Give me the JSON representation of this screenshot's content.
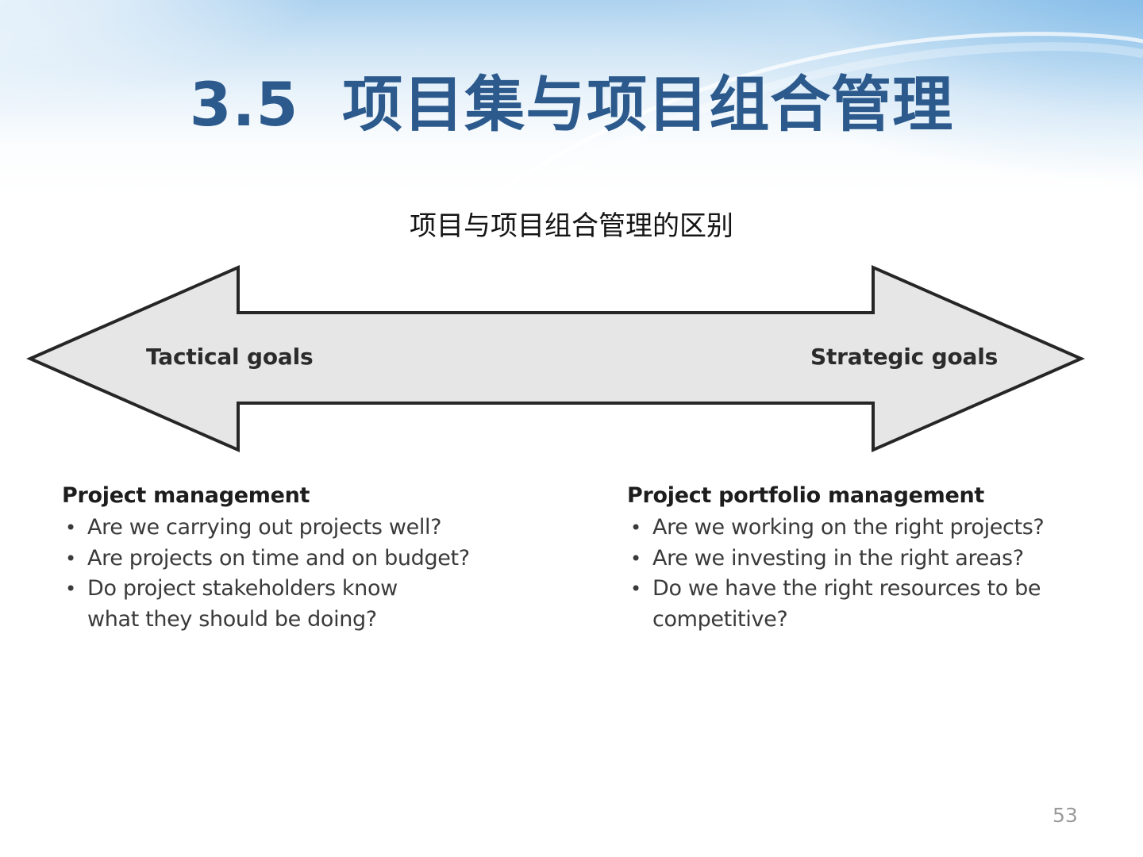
{
  "slide": {
    "title": "3.5  项目集与项目组合管理",
    "subtitle": "项目与项目组合管理的区别",
    "page_number": "53",
    "title_color": "#2C5A8D",
    "subtitle_color": "#141414",
    "page_number_color": "#9A9A9A",
    "background_top_color": "#A8CFEE",
    "background_bottom_color": "#FFFFFF"
  },
  "diagram": {
    "name": "double-headed-arrow",
    "fill_color": "#E6E6E6",
    "stroke_color": "#262626",
    "left_label": "Tactical goals",
    "right_label": "Strategic goals",
    "label_color": "#2B2B2B"
  },
  "columns": [
    {
      "heading": "Project management",
      "bullets": [
        "Are we carrying out projects well?",
        "Are projects on time and on budget?",
        "Do project stakeholders know\nwhat they should be doing?"
      ]
    },
    {
      "heading": "Project portfolio management",
      "bullets": [
        "Are we working on the right projects?",
        "Are we investing in the right areas?",
        "Do we have the right resources to be\ncompetitive?"
      ]
    }
  ]
}
